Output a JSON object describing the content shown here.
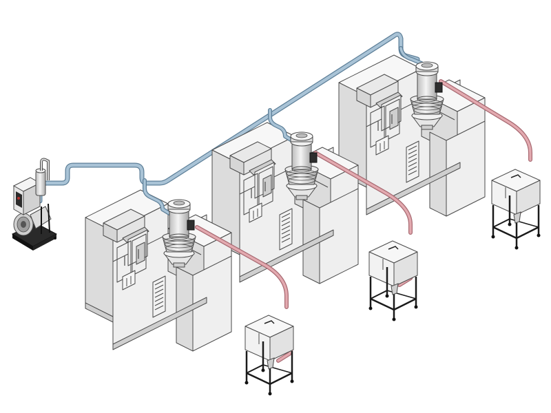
{
  "diagram": {
    "type": "isometric-conveying-system",
    "colors": {
      "vacuum_line": "#a9c3d6",
      "vacuum_line_outline": "#5d7f98",
      "material_line": "#e3aab0",
      "material_line_outline": "#a86a72",
      "machine_fill": "#efefef",
      "machine_top": "#f7f7f7",
      "machine_side": "#dcdcdc",
      "outline": "#4a4a4a",
      "frame": "#1a1a1a",
      "loader_body": "#d8d8d8",
      "pump_panel": "#2b2b2b",
      "pump_accent": "#b5322d"
    },
    "components": {
      "vacuum_pump": "vacuum-pump",
      "loaders": [
        "hopper-loader-1",
        "hopper-loader-2",
        "hopper-loader-3"
      ],
      "molding_machines": [
        "injection-molding-machine-1",
        "injection-molding-machine-2",
        "injection-molding-machine-3"
      ],
      "material_bins": [
        "material-bin-1",
        "material-bin-2",
        "material-bin-3"
      ]
    }
  }
}
